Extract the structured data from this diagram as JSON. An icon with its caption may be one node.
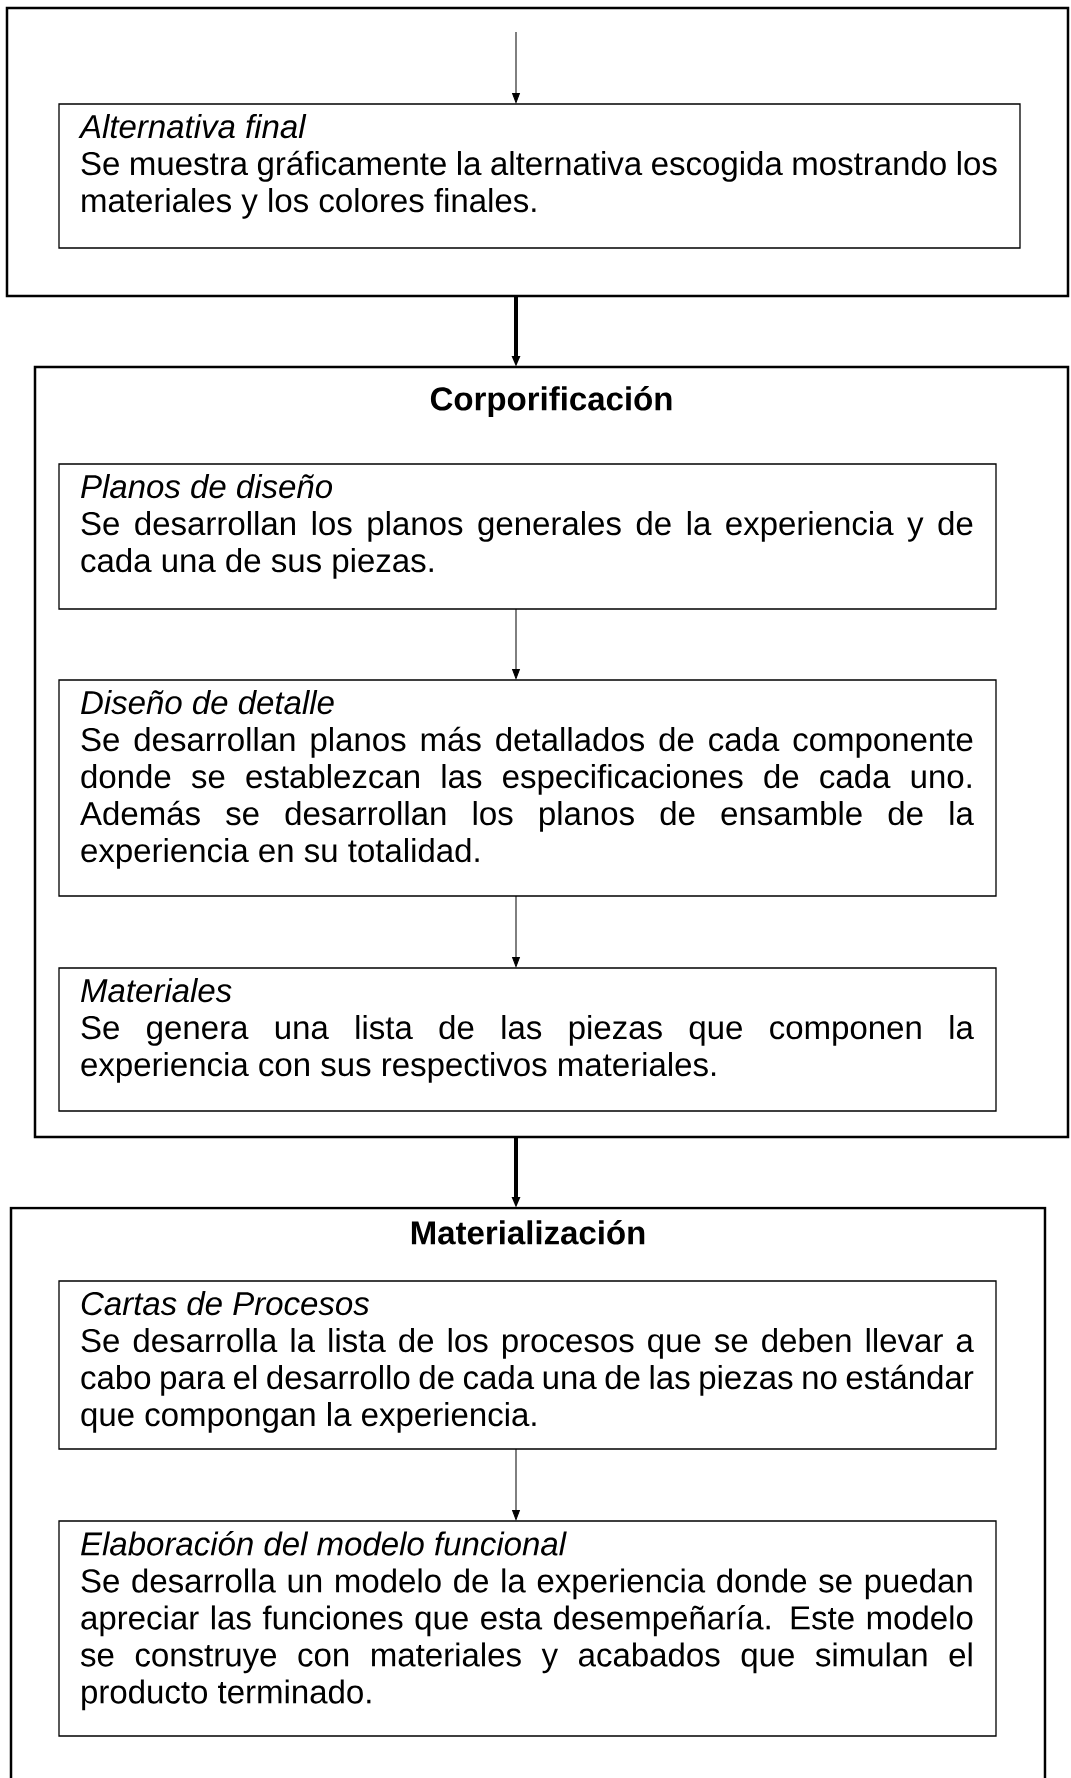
{
  "diagram": {
    "nodes": [
      {
        "text": [],
        "shape": "box"
      },
      {
        "text": [
          "Alternativa final",
          "Se muestra gráficamente la alternativa escogida mostrando los materiales y los colores finales."
        ],
        "in": 0
      },
      {
        "text": [
          "Corporificación"
        ]
      },
      {
        "text": [
          "Planos de diseño",
          "Se desarrollan los planos generales de la experiencia y de cada una de sus piezas."
        ],
        "in": 2
      },
      {
        "text": [
          "Diseño de detalle",
          "Se desarrollan planos más detallados de cada componente donde se establezcan las especificaciones de cada uno. Además se desarrollan los planos de ensamble de la experiencia en su totalidad."
        ],
        "in": 2
      },
      {
        "text": [
          "Materiales",
          "Se genera una lista de las piezas que componen la experiencia con sus respectivos materiales."
        ],
        "in": 2
      },
      {
        "text": [
          "Materialización"
        ]
      },
      {
        "text": [
          "Cartas de Procesos",
          "Se desarrolla la lista de los procesos que se deben llevar a cabo para el desarrollo de cada una de las piezas no estándar que compongan la experiencia."
        ],
        "in": 6
      },
      {
        "text": [
          "Elaboración del modelo funcional",
          "Se desarrolla un modelo de la experiencia  donde se puedan apreciar las funciones que esta desempeñaría. Este modelo se construye con materiales y acabados que simulan el producto terminado."
        ],
        "in": 6
      }
    ],
    "edges": [
      {
        "from": null,
        "to": 1,
        "arrow": "to"
      },
      {
        "from": 0,
        "to": 2,
        "arrow": "to",
        "style": "thick"
      },
      {
        "from": 3,
        "to": 4,
        "arrow": "to"
      },
      {
        "from": 4,
        "to": 5,
        "arrow": "to"
      },
      {
        "from": 2,
        "to": 6,
        "arrow": "to",
        "style": "thick"
      },
      {
        "from": 7,
        "to": 8,
        "arrow": "to"
      }
    ]
  }
}
